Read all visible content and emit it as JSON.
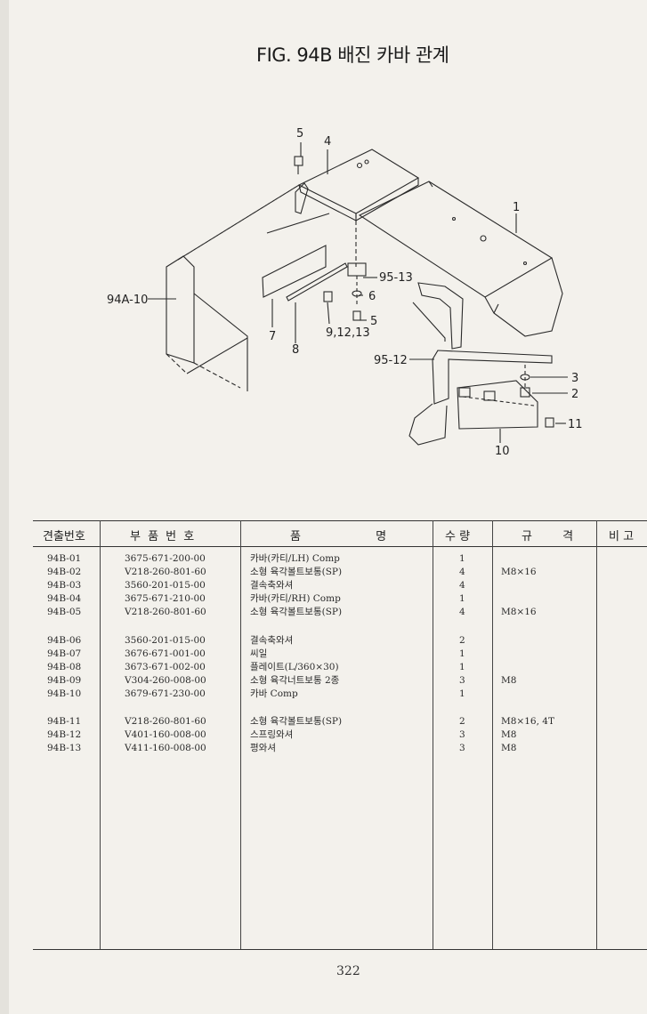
{
  "title": "FIG. 94B 배진 카바 관계",
  "callouts": [
    "5",
    "4",
    "1",
    "94A-10",
    "6",
    "95-13",
    "5",
    "7",
    "8",
    "9,12,13",
    "95-12",
    "3",
    "2",
    "11",
    "10"
  ],
  "table": {
    "headers": [
      "견출번호",
      "부 품 번 호",
      "품 명",
      "수 량",
      "규 격",
      "비 고"
    ],
    "rows": [
      {
        "no": "94B-01",
        "part": "3675-671-200-00",
        "name": "카바(카티/LH) Comp",
        "qty": "1",
        "spec": ""
      },
      {
        "no": "94B-02",
        "part": "V218-260-801-60",
        "name": "소형 육각볼트보통(SP)",
        "qty": "4",
        "spec": "M8×16"
      },
      {
        "no": "94B-03",
        "part": "3560-201-015-00",
        "name": "결속축와셔",
        "qty": "4",
        "spec": ""
      },
      {
        "no": "94B-04",
        "part": "3675-671-210-00",
        "name": "카바(카티/RH) Comp",
        "qty": "1",
        "spec": ""
      },
      {
        "no": "94B-05",
        "part": "V218-260-801-60",
        "name": "소형 육각볼트보통(SP)",
        "qty": "4",
        "spec": "M8×16"
      },
      {
        "no": "94B-06",
        "part": "3560-201-015-00",
        "name": "결속축와셔",
        "qty": "2",
        "spec": ""
      },
      {
        "no": "94B-07",
        "part": "3676-671-001-00",
        "name": "씨일",
        "qty": "1",
        "spec": ""
      },
      {
        "no": "94B-08",
        "part": "3673-671-002-00",
        "name": "플레이트(L/360×30)",
        "qty": "1",
        "spec": ""
      },
      {
        "no": "94B-09",
        "part": "V304-260-008-00",
        "name": "소형 육각너트보통 2종",
        "qty": "3",
        "spec": "M8"
      },
      {
        "no": "94B-10",
        "part": "3679-671-230-00",
        "name": "카바 Comp",
        "qty": "1",
        "spec": ""
      },
      {
        "no": "94B-11",
        "part": "V218-260-801-60",
        "name": "소형 육각볼트보통(SP)",
        "qty": "2",
        "spec": "M8×16, 4T"
      },
      {
        "no": "94B-12",
        "part": "V401-160-008-00",
        "name": "스프링와셔",
        "qty": "3",
        "spec": "M8"
      },
      {
        "no": "94B-13",
        "part": "V411-160-008-00",
        "name": "평와셔",
        "qty": "3",
        "spec": "M8"
      }
    ]
  },
  "page_number": "322"
}
